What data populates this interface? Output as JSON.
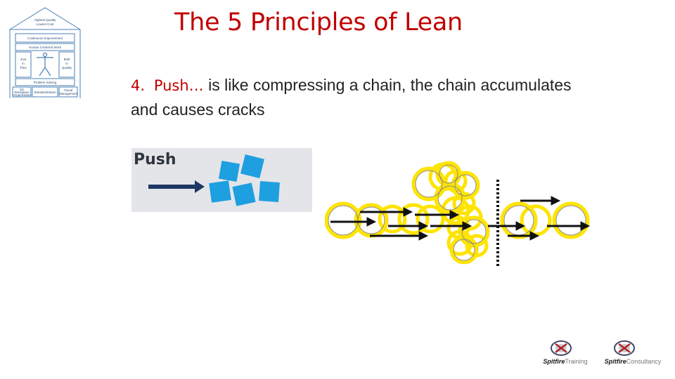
{
  "title": "The 5 Principles of Lean",
  "point": {
    "number": "4.",
    "keyword": "Push…",
    "text": " is like compressing a chain, the chain accumulates and causes cracks"
  },
  "push_box": {
    "label": "Push"
  },
  "house": {
    "roof_lines": [
      "Highest Quality",
      "Lowest Cost"
    ],
    "band1": "Continuous Improvement",
    "band2": "Human Centered Work",
    "left_pillar": [
      "Just",
      "in",
      "Time"
    ],
    "right_pillar": [
      "Built",
      "in",
      "Quality"
    ],
    "foundation1": "Problem Solving",
    "foundation_left": [
      "5S",
      "Workplace",
      "Organization"
    ],
    "foundation_mid": "Standardization",
    "foundation_right": [
      "Visual",
      "Management"
    ]
  },
  "logos": [
    {
      "bold": "Spitfire",
      "light": "Training"
    },
    {
      "bold": "Spitfire",
      "light": "Consultancy"
    }
  ],
  "colors": {
    "title": "#c00000",
    "push_box": "#e4e5e9",
    "squares": "#1e9fe0",
    "arrow": "#1f3864",
    "ring": "#f5e400"
  }
}
